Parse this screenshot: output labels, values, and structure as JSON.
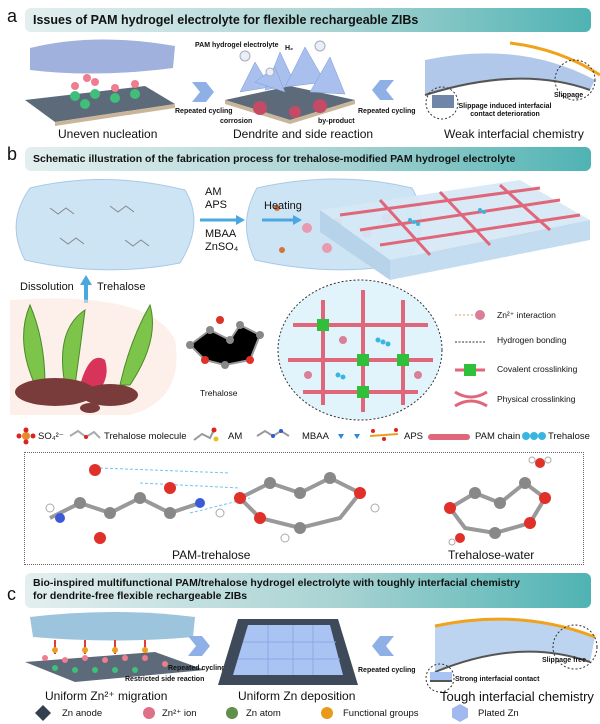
{
  "panel_a": {
    "label": "a",
    "title": "Issues of PAM hydrogel electrolyte for flexible rechargeable ZIBs",
    "annotations": {
      "pam_hydrogel": "PAM hydrogel electrolyte",
      "h2": "H₂",
      "repeated_cycling_1": "Repeated cycling",
      "corrosion": "corrosion",
      "by_product": "by-product",
      "repeated_cycling_2": "Repeated cycling",
      "slippage_induced": "Slippage induced interfacial contact deterioration",
      "slippage": "Slippage"
    },
    "captions": [
      "Uneven nucleation",
      "Dendrite and side reaction",
      "Weak interfacial chemistry"
    ]
  },
  "panel_b": {
    "label": "b",
    "title": "Schematic illustration of the fabrication process for trehalose-modified PAM hydrogel electrolyte",
    "reagents_top": "AM\nAPS",
    "reagents_bottom": "MBAA\nZnSO₄",
    "heating": "Heating",
    "dissolution": "Dissolution",
    "trehalose_arrow": "Trehalose",
    "trehalose_label": "Trehalose",
    "interaction_legend": [
      "Zn²⁺ interaction",
      "Hydrogen bonding",
      "Covalent crosslinking",
      "Physical crosslinking"
    ],
    "molecule_legend": [
      "SO₄²⁻",
      "Trehalose molecule",
      "AM",
      "MBAA",
      "APS",
      "PAM chain",
      "Trehalose"
    ],
    "sim_labels": [
      "PAM-trehalose",
      "Trehalose-water"
    ]
  },
  "panel_c": {
    "label": "c",
    "title_line1": "Bio-inspired multifunctional PAM/trehalose hydrogel electrolyte with toughly interfacial chemistry",
    "title_line2": "for dendrite-free flexible rechargeable ZIBs",
    "annotations": {
      "repeated_cycling_1": "Repeated cycling",
      "restricted": "Restricted side reaction",
      "repeated_cycling_2": "Repeated cycling",
      "strong_contact": "Strong interfacial contact",
      "slippage_free": "Slippage free"
    },
    "captions": [
      "Uniform Zn²⁺ migration",
      "Uniform Zn deposition",
      "Tough interfacial chemistry"
    ],
    "legend": [
      "Zn anode",
      "Zn²⁺ ion",
      "Zn atom",
      "Functional groups",
      "Plated Zn"
    ]
  },
  "colors": {
    "banner_end": "#4fb3b3",
    "pam_chain": "#e0667a",
    "trehalose_bead": "#38b6e0",
    "covalent": "#2fbf3a",
    "gel": "#a8c8ee"
  }
}
